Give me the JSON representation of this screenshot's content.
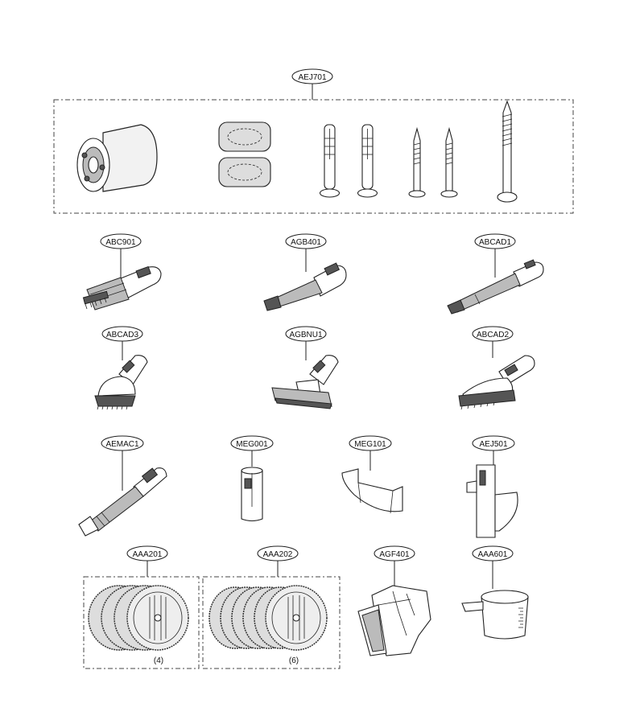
{
  "parts": [
    {
      "id": "aej701",
      "code": "AEJ701"
    },
    {
      "id": "abc901",
      "code": "ABC901"
    },
    {
      "id": "agb401",
      "code": "AGB401"
    },
    {
      "id": "abcad1",
      "code": "ABCAD1"
    },
    {
      "id": "abcad3",
      "code": "ABCAD3"
    },
    {
      "id": "agbnu1",
      "code": "AGBNU1"
    },
    {
      "id": "abcad2",
      "code": "ABCAD2"
    },
    {
      "id": "aemac1",
      "code": "AEMAC1"
    },
    {
      "id": "meg001",
      "code": "MEG001"
    },
    {
      "id": "meg101",
      "code": "MEG101"
    },
    {
      "id": "aej501",
      "code": "AEJ501"
    },
    {
      "id": "aaa201",
      "code": "AAA201",
      "quantity": "(4)"
    },
    {
      "id": "aaa202",
      "code": "AAA202",
      "quantity": "(6)"
    },
    {
      "id": "agf401",
      "code": "AGF401"
    },
    {
      "id": "aaa601",
      "code": "AAA601"
    }
  ]
}
